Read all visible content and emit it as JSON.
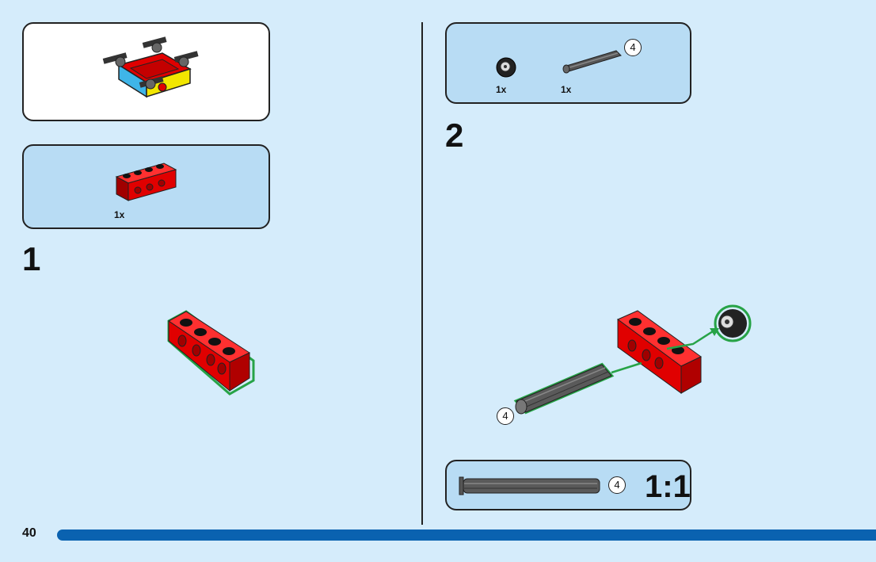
{
  "preview_panel": {
    "icon": "vehicle-chassis-model"
  },
  "step1": {
    "number": "1",
    "parts": [
      {
        "name": "red-technic-beam-1x4",
        "qty": "1x"
      }
    ]
  },
  "step2": {
    "number": "2",
    "parts": [
      {
        "name": "black-wheel-hub",
        "qty": "1x"
      },
      {
        "name": "grey-axle",
        "qty": "1x",
        "length": "4"
      }
    ],
    "callout_length": "4"
  },
  "scale_box": {
    "length": "4",
    "scale": "1:1"
  },
  "page": {
    "number": "40"
  },
  "colors": {
    "background": "#d5ecfb",
    "panel_blue": "#b8dcf4",
    "brick_red": "#e00000",
    "highlight_green": "#27a347",
    "page_bar": "#0a62b0"
  }
}
